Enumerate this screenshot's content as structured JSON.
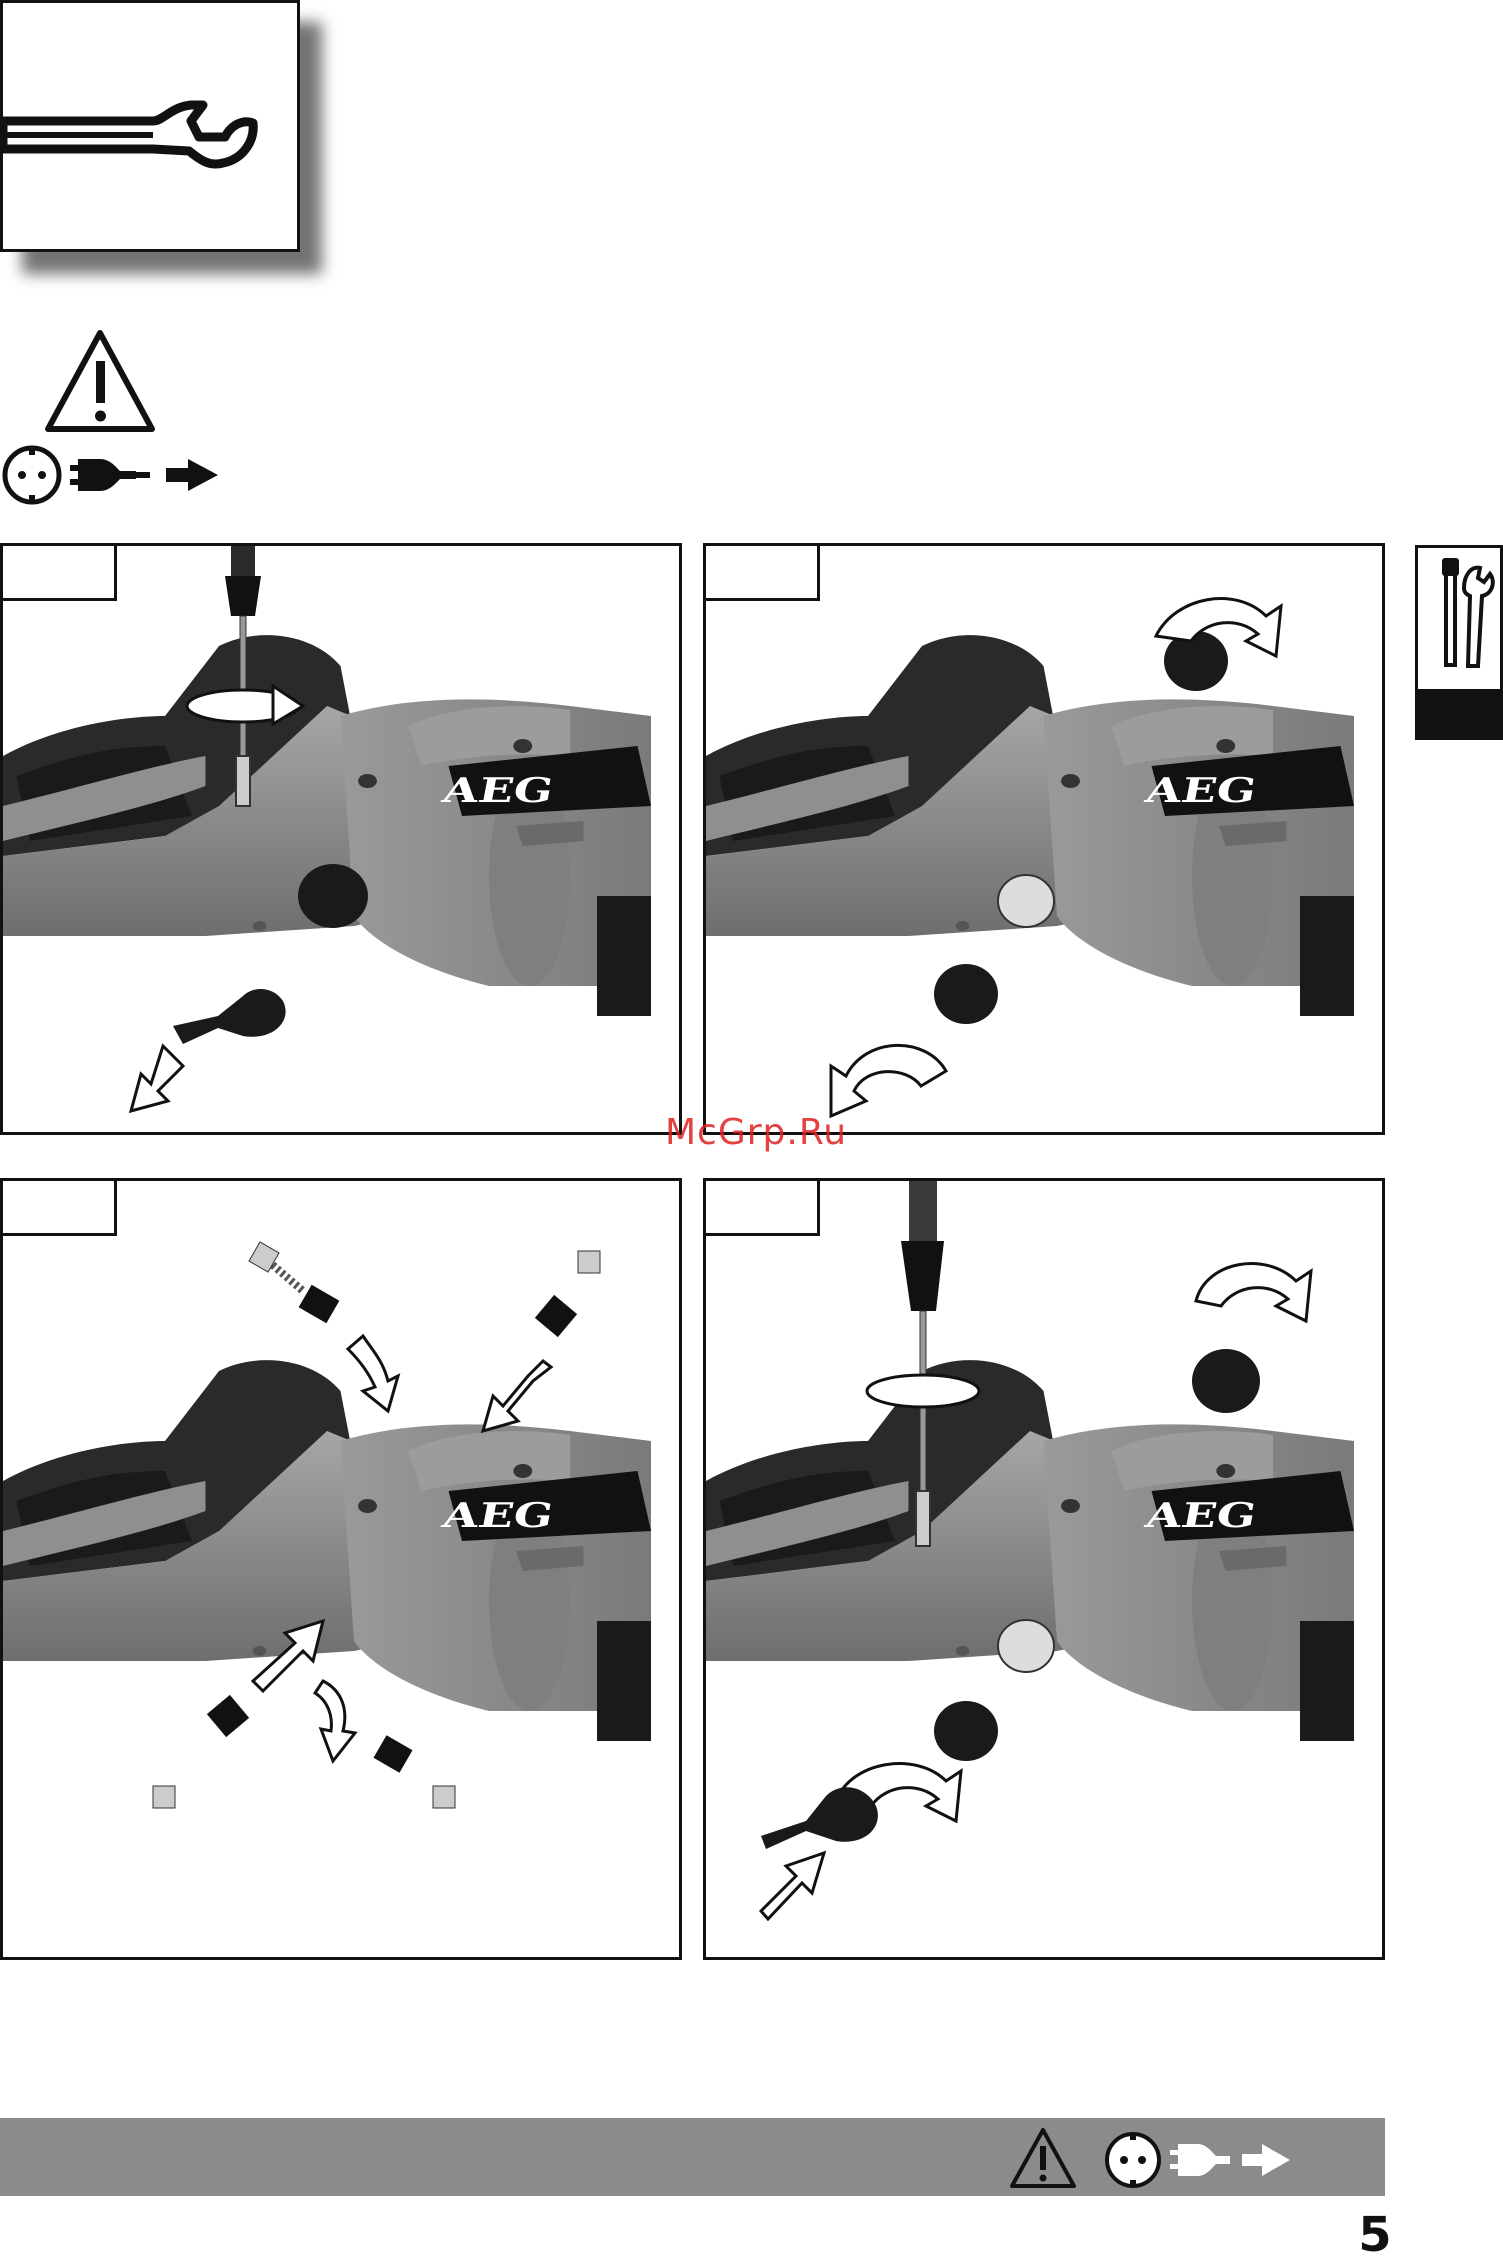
{
  "watermark": {
    "text": "McGrp.Ru"
  },
  "page": {
    "number": "5"
  },
  "icons": {
    "maintenance": "wrench-icon",
    "warning": "warning-triangle-icon",
    "socket": "power-socket-icon",
    "plug": "unplug-icon",
    "arrow": "right-arrow-icon",
    "side_tab": "screwdriver-wrench-icon"
  },
  "panels": [
    {
      "step": "remove-screw-and-cover"
    },
    {
      "step": "remove-brush-caps"
    },
    {
      "step": "replace-carbon-brushes"
    },
    {
      "step": "refit-caps-cover-and-screw"
    }
  ],
  "colors": {
    "footer_bar": "#8b8b8b",
    "watermark": "#e02020",
    "tool_body": "#8a8a8a"
  }
}
